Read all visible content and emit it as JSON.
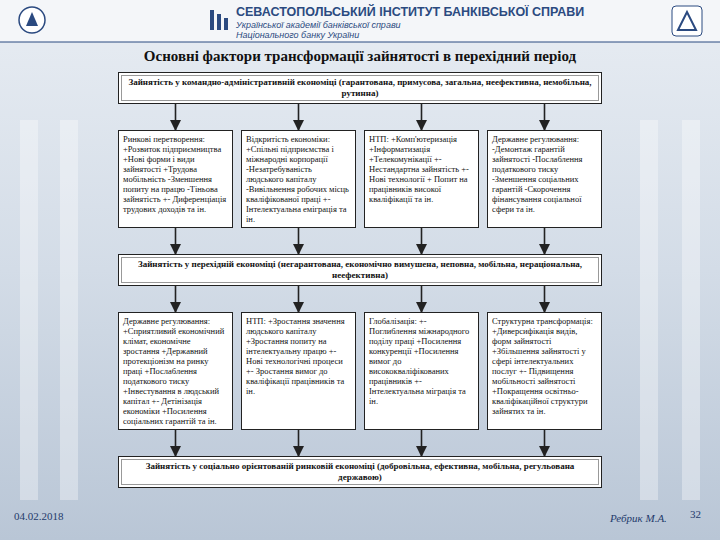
{
  "diagram": {
    "title": "Основні фактори трансформації зайнятості в перехідний період",
    "nodes": [
      {
        "text": [
          "Зайнятість у командно-адміністративній економіці (гарантована, примусова, загальна, неефективна, немобільна, рутинна)"
        ]
      },
      {
        "text": [
          "Ринкові перетворення: +Розвиток підприємництва +Нові форми і види зайнятості +Трудова мобільність -Зменшення попиту на працю -Тіньова зайнятість +- Диференціація трудових доходів та ін."
        ]
      },
      {
        "text": [
          "Відкритість економіки: +Спільні підприємства і міжнародні корпорації -Незатребуваність людського капіталу -Вивільнення робочих місць кваліфікованої праці +- Інтелектуальна еміграція та ін."
        ]
      },
      {
        "text": [
          "НТП: +Комп'ютеризація +Інформатизація +Телекомунікації +- Нестандартна зайнятість +- Нові технології + Попит на працівників високої кваліфікації та ін."
        ]
      },
      {
        "text": [
          "Державне регулювання: -Демонтаж гарантій зайнятості -Послаблення податкового тиску -Зменшення соціальних гарантій -Скорочення фінансування соціальної сфери та ін."
        ]
      },
      {
        "text": [
          "Зайнятість у перехідній економіці (негарантована, економічно вимушена, неповна, мобільна, нераціональна, неефективна)"
        ]
      },
      {
        "text": [
          "Державне регулювання: +Сприятливий економічний клімат, економічне зростання +Державний протекціонізм на ринку праці +Послаблення податкового тиску +Інвестування в людський капітал +- Детінізація економіки +Посилення соціальних гарантій та ін."
        ]
      },
      {
        "text": [
          "НТП: +Зростання значення людського капіталу +Зростання попиту на інтелектуальну працю +- Нові технологічні процеси +- Зростання вимог до кваліфікації працівників та ін."
        ]
      },
      {
        "text": [
          "Глобалізація: +- Поглиблення міжнародного поділу праці +Посилення конкуренції +Посилення вимог до висококваліфікованих працівників +- Інтелектуальна міграція та ін."
        ]
      },
      {
        "text": [
          "Структурна трансформація: +Диверсифікація видів, форм зайнятості +Збільшення зайнятості у сфері інтелектуальних послуг +- Підвищення мобільності зайнятості +Покращення освітньо-кваліфікаційної структури зайнятих та ін."
        ]
      },
      {
        "text": [
          "Зайнятість у соціально орієнтованій ринковій економіці (добровільна, ефективна, мобільна, регульована державою)"
        ]
      }
    ],
    "edges": [
      {
        "from": 0,
        "to": 1,
        "arrow": "to"
      },
      {
        "from": 0,
        "to": 2,
        "arrow": "to"
      },
      {
        "from": 0,
        "to": 3,
        "arrow": "to"
      },
      {
        "from": 0,
        "to": 4,
        "arrow": "to"
      },
      {
        "from": 1,
        "to": 5,
        "arrow": "to"
      },
      {
        "from": 2,
        "to": 5,
        "arrow": "to"
      },
      {
        "from": 3,
        "to": 5,
        "arrow": "to"
      },
      {
        "from": 4,
        "to": 5,
        "arrow": "to"
      },
      {
        "from": 5,
        "to": 6,
        "arrow": "to"
      },
      {
        "from": 5,
        "to": 7,
        "arrow": "to"
      },
      {
        "from": 5,
        "to": 8,
        "arrow": "to"
      },
      {
        "from": 5,
        "to": 9,
        "arrow": "to"
      },
      {
        "from": 6,
        "to": 10,
        "arrow": "to"
      },
      {
        "from": 7,
        "to": 10,
        "arrow": "to"
      },
      {
        "from": 8,
        "to": 10,
        "arrow": "to"
      },
      {
        "from": 9,
        "to": 10,
        "arrow": "to"
      }
    ],
    "labels": [
      "СЕВАСТОПОЛЬСЬКИЙ ІНСТИТУТ БАНКІВСЬКОЇ СПРАВИ",
      "Української академії банківської справи",
      "Національного банку України",
      "04.02.2018",
      "Ребрик М.А.",
      "32"
    ]
  }
}
